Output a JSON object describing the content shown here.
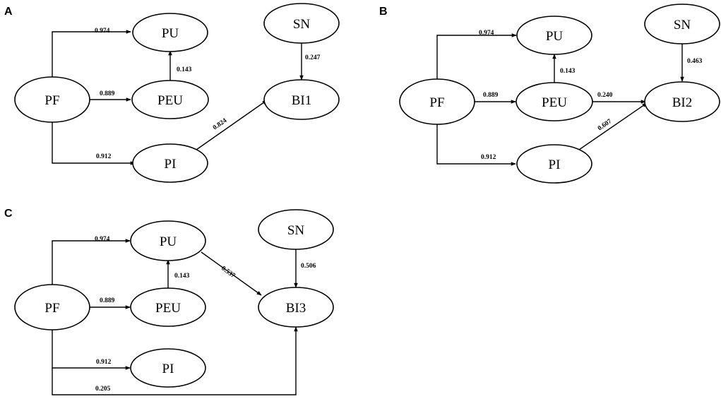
{
  "panels": [
    {
      "letter": "A",
      "nodes": {
        "PF": "PF",
        "PU": "PU",
        "PEU": "PEU",
        "PI": "PI",
        "SN": "SN",
        "BI": "BI1"
      },
      "edges": {
        "pf_pu": "0.974",
        "pf_peu": "0.889",
        "peu_pu": "0.143",
        "pf_pi": "0.912",
        "sn_bi": "0.247",
        "pi_bi": "0.824"
      }
    },
    {
      "letter": "B",
      "nodes": {
        "PF": "PF",
        "PU": "PU",
        "PEU": "PEU",
        "PI": "PI",
        "SN": "SN",
        "BI": "BI2"
      },
      "edges": {
        "pf_pu": "0.974",
        "pf_peu": "0.889",
        "peu_pu": "0.143",
        "pf_pi": "0.912",
        "sn_bi": "0.463",
        "peu_bi": "0.240",
        "pi_bi": "0.607"
      }
    },
    {
      "letter": "C",
      "nodes": {
        "PF": "PF",
        "PU": "PU",
        "PEU": "PEU",
        "PI": "PI",
        "SN": "SN",
        "BI": "BI3"
      },
      "edges": {
        "pf_pu": "0.974",
        "pf_peu": "0.889",
        "peu_pu": "0.143",
        "pf_pi": "0.912",
        "sn_bi": "0.506",
        "pu_bi": "0.537",
        "pf_bi": "0.205"
      }
    }
  ]
}
